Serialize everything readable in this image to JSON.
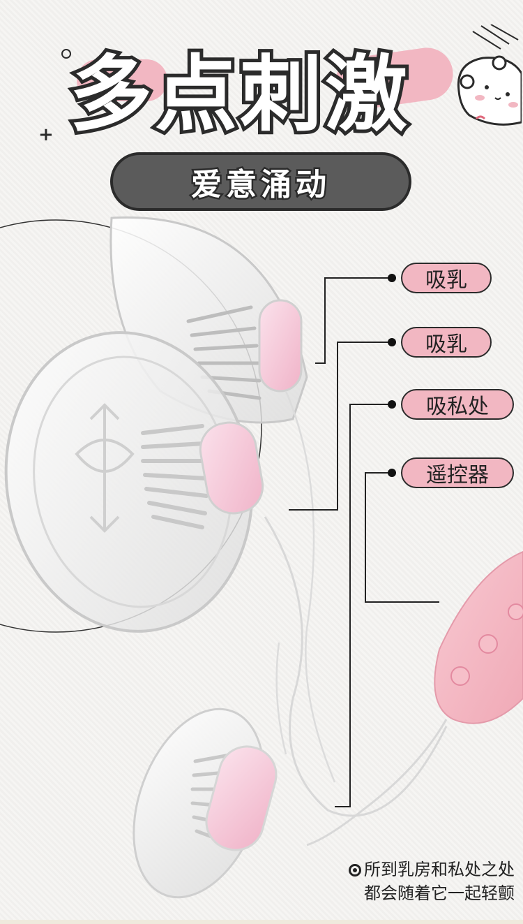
{
  "header": {
    "title": "多点刺激",
    "subtitle": "爱意涌动"
  },
  "labels": [
    {
      "text": "吸乳"
    },
    {
      "text": "吸乳"
    },
    {
      "text": "吸私处"
    },
    {
      "text": "遥控器"
    }
  ],
  "caption": {
    "line1": "所到乳房和私处之处",
    "line2": "都会随着它一起轻颤"
  },
  "colors": {
    "accent_pink": "#f2b7c2",
    "dark": "#2b2b2b",
    "pill_gray": "#5b5b5b"
  }
}
